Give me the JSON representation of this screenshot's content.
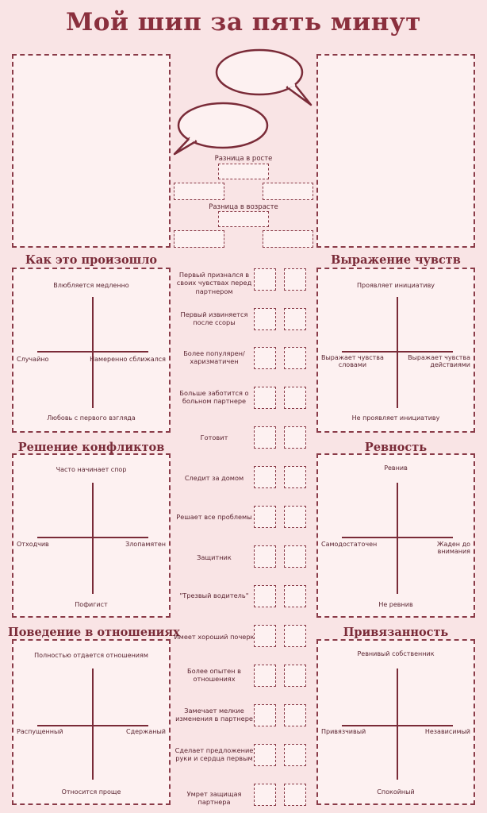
{
  "title": "Мой шип за пять минут",
  "height_diff": "Разница в росте",
  "age_diff": "Разница в возрасте",
  "sections": {
    "how": {
      "title": "Как это произошло",
      "top": "Влюбляется медленно",
      "bottom": "Любовь с первого взгляда",
      "left": "Случайно",
      "right": "Намеренно сближался"
    },
    "feelings": {
      "title": "Выражение чувств",
      "top": "Проявляет инициативу",
      "bottom": "Не проявляет инициативу",
      "left": "Выражает чувства\nсловами",
      "right": "Выражает чувства\nдействиями"
    },
    "conflicts": {
      "title": "Решение конфликтов",
      "top": "Часто начинает спор",
      "bottom": "Пофигист",
      "left": "Отходчив",
      "right": "Злопамятен"
    },
    "jealousy": {
      "title": "Ревность",
      "top": "Ревнив",
      "bottom": "Не ревнив",
      "left": "Самодостаточен",
      "right": "Жаден до\nвнимания"
    },
    "behavior": {
      "title": "Поведение в отношениях",
      "top": "Полностью отдается отношениям",
      "bottom": "Относится проще",
      "left": "Распущенный",
      "right": "Сдержаный"
    },
    "attachment": {
      "title": "Привязанность",
      "top": "Ревнивый собственник",
      "bottom": "Спокойный",
      "left": "Привязчивый",
      "right": "Независимый"
    }
  },
  "traits": [
    "Первый признался в своих чувствах перед партнером",
    "Первый извиняется после ссоры",
    "Более популярен/харизматичен",
    "Больше заботится о больном партнере",
    "Готовит",
    "Следит за домом",
    "Решает все проблемы",
    "Защитник",
    "\"Трезвый водитель\"",
    "Имеет хороший почерк",
    "Более опытен в отношениях",
    "Замечает мелкие изменения в партнере",
    "Сделает предложение руки и сердца первым",
    "Умрет защищая партнера"
  ]
}
